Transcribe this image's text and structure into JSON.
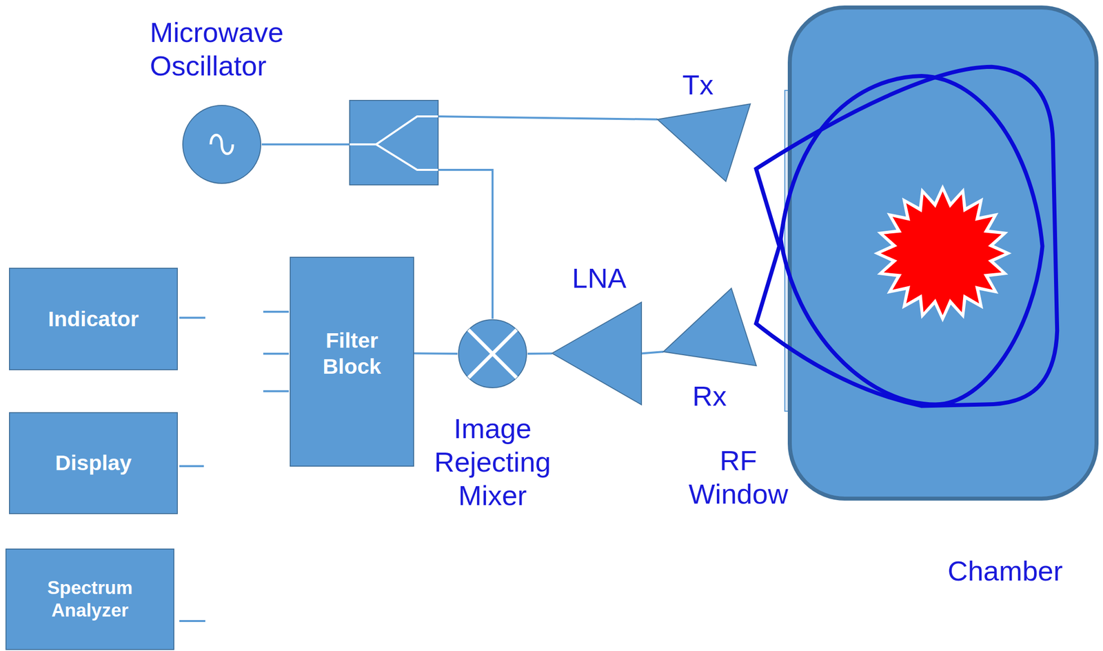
{
  "diagram": {
    "nodes": [
      {
        "text": [
          "Microwave Oscillator"
        ]
      },
      {
        "text": [
          "Tx"
        ]
      },
      {
        "text": [
          "Indicator"
        ]
      },
      {
        "text": [
          "Filter Block"
        ]
      },
      {
        "text": [
          "LNA"
        ]
      },
      {
        "text": [
          "Image Rejecting Mixer"
        ]
      },
      {
        "text": [
          "Rx"
        ]
      },
      {
        "text": [
          "RF Window"
        ]
      },
      {
        "text": [
          "Display"
        ]
      },
      {
        "text": [
          "Spectrum Analyzer"
        ]
      },
      {
        "text": [
          "Chamber"
        ]
      }
    ],
    "edges": [
      {
        "from": 0,
        "to": 1,
        "arrow": "none"
      },
      {
        "from": 0,
        "to": 5,
        "arrow": "none"
      },
      {
        "from": 6,
        "to": 4,
        "arrow": "none"
      },
      {
        "from": 4,
        "to": 5,
        "arrow": "none"
      },
      {
        "from": 5,
        "to": 3,
        "arrow": "none"
      }
    ]
  }
}
